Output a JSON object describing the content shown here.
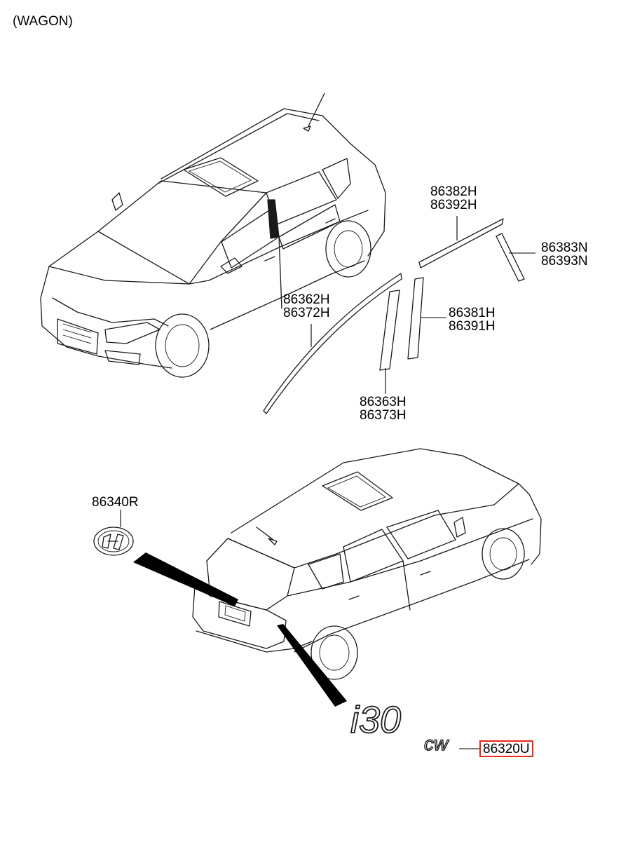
{
  "header": {
    "variant": "(WAGON)"
  },
  "callouts": {
    "roof_moulding_rear": [
      "86382H",
      "86392H"
    ],
    "quarter_garnish": [
      "86383N",
      "86393N"
    ],
    "roof_moulding_front": [
      "86362H",
      "86372H"
    ],
    "pillar_garnish_rear": [
      "86381H",
      "86391H"
    ],
    "pillar_garnish_front": [
      "86363H",
      "86373H"
    ],
    "emblem": "86340R",
    "model_badge": "86320U"
  },
  "badge_text": {
    "model": "i30",
    "suffix": "cw"
  },
  "colors": {
    "highlight": "#e8261c",
    "line": "#1a1a1a"
  }
}
